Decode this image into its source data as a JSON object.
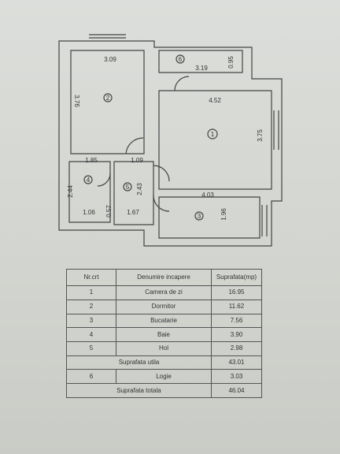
{
  "rooms": [
    {
      "num": "1"
    },
    {
      "num": "2"
    },
    {
      "num": "3"
    },
    {
      "num": "4"
    },
    {
      "num": "5"
    },
    {
      "num": "6"
    }
  ],
  "dimensions": [
    "3.09",
    "3.76",
    "3.19",
    "0.95",
    "4.52",
    "3.75",
    "1.85",
    "1.09",
    "2.44",
    "2.43",
    "4.03",
    "1.96",
    "1.06",
    "0.57",
    "1.67"
  ],
  "table": {
    "headers": [
      "Nr.crt",
      "Denumire incapere",
      "Suprafata(mp)"
    ],
    "rows": [
      {
        "nr": "1",
        "name": "Camera de zi",
        "area": "16.95"
      },
      {
        "nr": "2",
        "name": "Dormitor",
        "area": "11.62"
      },
      {
        "nr": "3",
        "name": "Bucatarie",
        "area": "7.56"
      },
      {
        "nr": "4",
        "name": "Baie",
        "area": "3.90"
      },
      {
        "nr": "5",
        "name": "Hol",
        "area": "2.98"
      }
    ],
    "util_label": "Suprafata utila",
    "util_value": "43.01",
    "logie": {
      "nr": "6",
      "name": "Logie",
      "area": "3.03"
    },
    "total_label": "Suprafata totala",
    "total_value": "46.04"
  }
}
